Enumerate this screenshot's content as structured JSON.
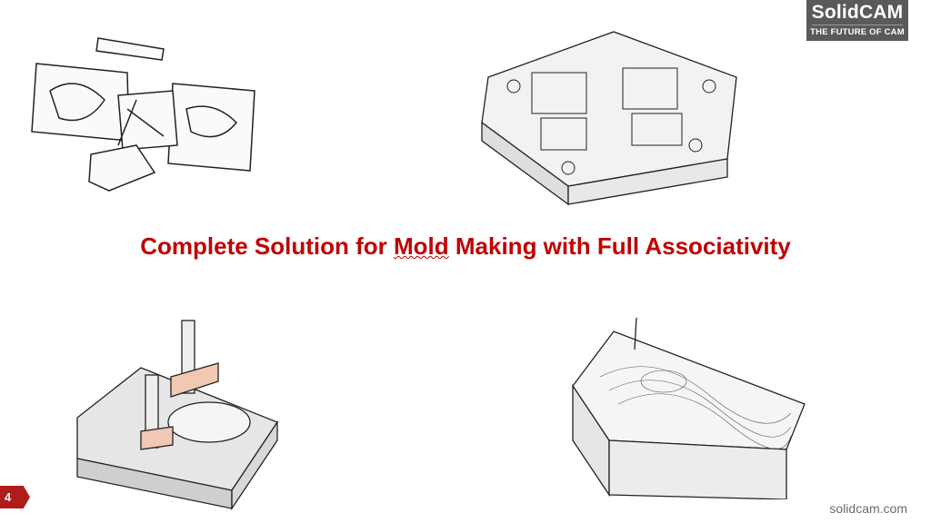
{
  "logo": {
    "name": "SolidCAM",
    "tagline": "THE FUTURE OF CAM"
  },
  "title": {
    "before": "Complete Solution for ",
    "highlight": "Mold",
    "after": " Making with Full Associativity"
  },
  "page_number": "4",
  "footer_url": "solidcam.com",
  "colors": {
    "accent": "#c00000",
    "badge": "#b01c1c",
    "logo_bg": "#5a5a5a"
  }
}
